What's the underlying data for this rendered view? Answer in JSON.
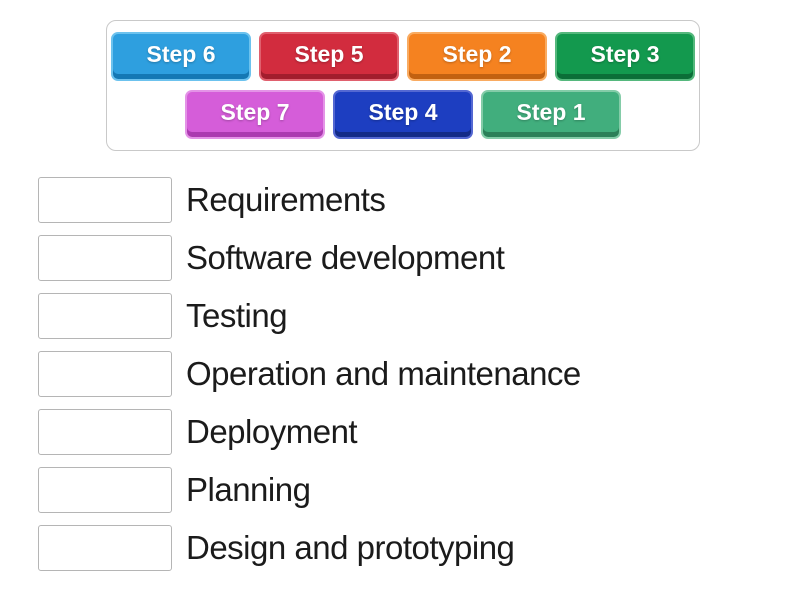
{
  "activity": {
    "type_label": "match-up",
    "background_color": "#ffffff",
    "text_color": "#1b1b1b",
    "box_border_color": "#b5b5b5",
    "tray_border_color": "#c9c9c9"
  },
  "tray": {
    "rows": [
      [
        {
          "label": "Step 6",
          "fill": "#2e9fdf",
          "light": "#6cc2ee",
          "dark": "#1478b4"
        },
        {
          "label": "Step 5",
          "fill": "#d22c3e",
          "light": "#e0606e",
          "dark": "#a21d2d"
        },
        {
          "label": "Step 2",
          "fill": "#f58220",
          "light": "#f9ab61",
          "dark": "#c26110"
        },
        {
          "label": "Step 3",
          "fill": "#13994e",
          "light": "#55b87d",
          "dark": "#0b6e37"
        }
      ],
      [
        {
          "label": "Step 7",
          "fill": "#d55dd9",
          "light": "#e493e7",
          "dark": "#ab3ab0"
        },
        {
          "label": "Step 4",
          "fill": "#1d3ec1",
          "light": "#5468d2",
          "dark": "#132b88"
        },
        {
          "label": "Step 1",
          "fill": "#41ae7d",
          "light": "#84cca8",
          "dark": "#2c8059"
        }
      ]
    ]
  },
  "items": [
    {
      "label": "Requirements"
    },
    {
      "label": "Software development"
    },
    {
      "label": "Testing"
    },
    {
      "label": "Operation and maintenance"
    },
    {
      "label": "Deployment"
    },
    {
      "label": "Planning"
    },
    {
      "label": "Design and prototyping"
    }
  ]
}
